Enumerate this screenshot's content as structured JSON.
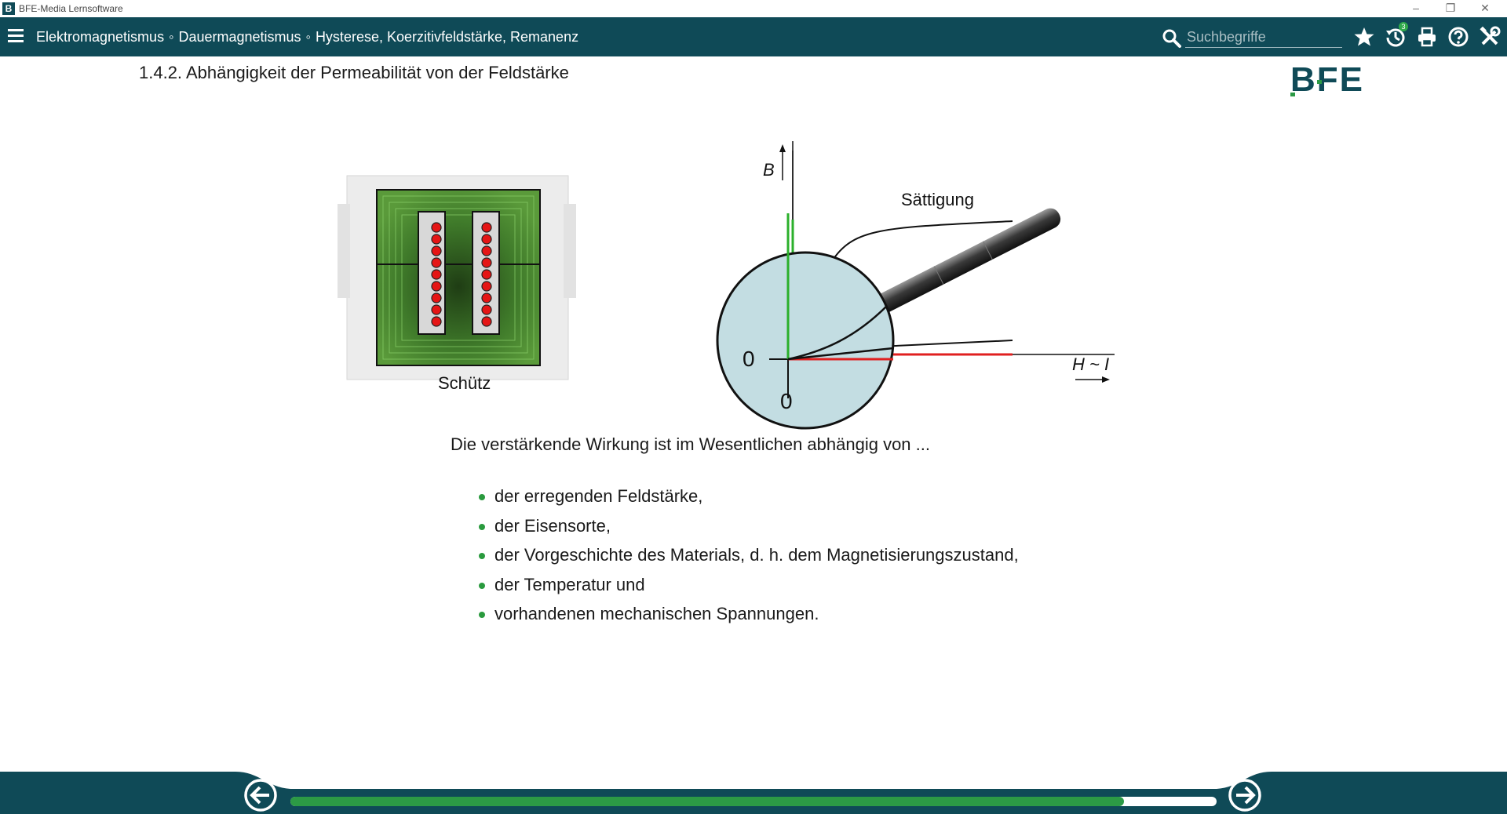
{
  "window": {
    "title": "BFE-Media Lernsoftware",
    "icon_letter": "B"
  },
  "toolbar": {
    "breadcrumb": [
      "Elektromagnetismus",
      "Dauermagnetismus",
      "Hysterese, Koerzitivfeldstärke, Remanenz"
    ],
    "search_placeholder": "Suchbegriffe",
    "history_badge": "3",
    "icons": [
      "menu-icon",
      "search-icon",
      "star-icon",
      "history-icon",
      "print-icon",
      "help-icon",
      "tools-icon"
    ]
  },
  "logo": {
    "text": "BFE"
  },
  "page": {
    "section_title": "1.4.2. Abhängigkeit der Permeabilität von der Feldstärke",
    "figure": {
      "contactor_label": "Schütz",
      "saturation_label": "Sättigung",
      "y_axis_label": "B",
      "x_axis_label": "H ~ I",
      "origin_label": "0",
      "zoom_origin_label": "0"
    },
    "intro": "Die verstärkende Wirkung ist im Wesentlichen abhängig von ...",
    "bullets": [
      "der erregenden Feldstärke,",
      "der Eisensorte,",
      "der Vorgeschichte des Materials, d. h. dem Magnetisierungszustand,",
      "der Temperatur und",
      "vorhandenen mechanischen Spannungen."
    ]
  },
  "progress": {
    "fraction": 0.9
  },
  "colors": {
    "brand": "#0f4a57",
    "accent": "#2c9a45",
    "bullet": "#2a9a3e"
  }
}
